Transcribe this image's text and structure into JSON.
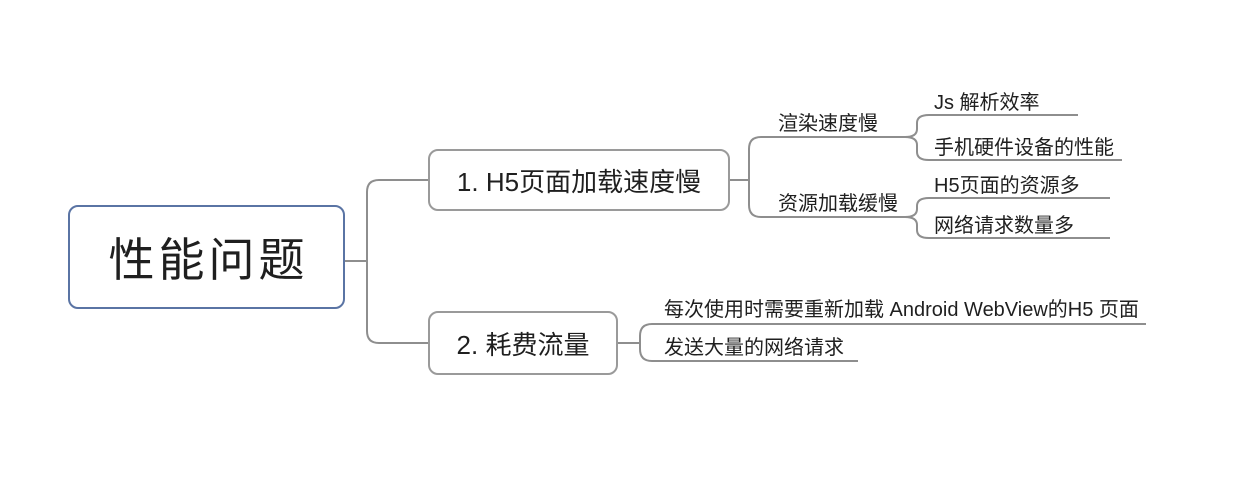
{
  "diagram": {
    "type": "mindmap",
    "root": {
      "label": "性能问题"
    },
    "branches": [
      {
        "label": "1. H5页面加载速度慢",
        "children": [
          {
            "label": "渲染速度慢",
            "children": [
              {
                "label": "Js 解析效率"
              },
              {
                "label": "手机硬件设备的性能"
              }
            ]
          },
          {
            "label": "资源加载缓慢",
            "children": [
              {
                "label": "H5页面的资源多"
              },
              {
                "label": "网络请求数量多"
              }
            ]
          }
        ]
      },
      {
        "label": "2. 耗费流量",
        "children": [
          {
            "label": "每次使用时需要重新加载 Android WebView的H5 页面"
          },
          {
            "label": "发送大量的网络请求"
          }
        ]
      }
    ],
    "colors": {
      "background": "#ffffff",
      "root_border": "#5a74a4",
      "node_border": "#9a9a9a",
      "line": "#8e8e8e",
      "text": "#1f1f1f"
    }
  }
}
